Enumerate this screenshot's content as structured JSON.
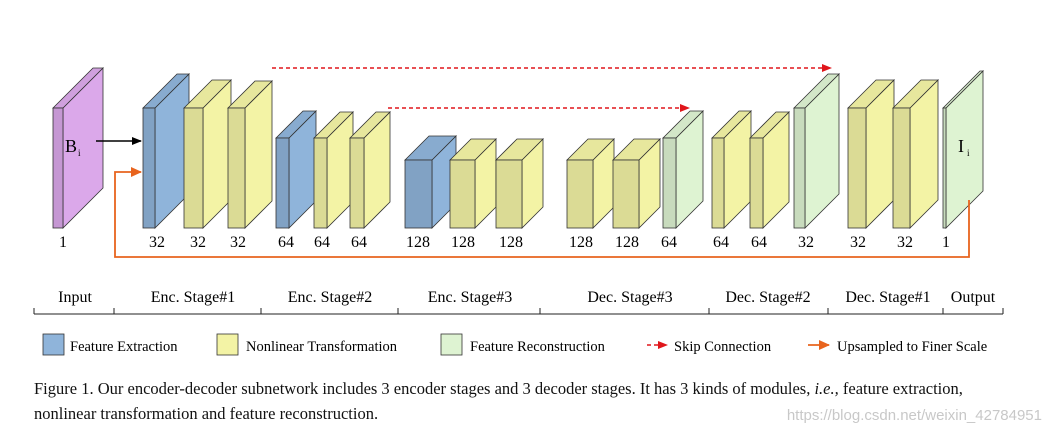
{
  "colors": {
    "feature_extraction": "#8fb4da",
    "nonlinear": "#f3f3a5",
    "reconstruction": "#def3d2",
    "input": "#dba8ea",
    "skip": "#e0161b",
    "upsample": "#e8641e"
  },
  "blocks": {
    "input_label": "B",
    "input_sub": "i",
    "output_label": "I",
    "output_sub": "i"
  },
  "channels": [
    "1",
    "32",
    "32",
    "32",
    "64",
    "64",
    "64",
    "128",
    "128",
    "128",
    "128",
    "128",
    "64",
    "64",
    "64",
    "32",
    "32",
    "32",
    "1"
  ],
  "stages": [
    "Input",
    "Enc. Stage#1",
    "Enc. Stage#2",
    "Enc. Stage#3",
    "Dec. Stage#3",
    "Dec. Stage#2",
    "Dec. Stage#1",
    "Output"
  ],
  "legend": {
    "feature_extraction": "Feature Extraction",
    "nonlinear": "Nonlinear Transformation",
    "reconstruction": "Feature Reconstruction",
    "skip": "Skip Connection",
    "upsample": "Upsampled to Finer Scale"
  },
  "caption": {
    "part1": "Figure 1. Our encoder-decoder subnetwork includes 3 encoder stages and 3 decoder stages.  It has 3 kinds of modules, ",
    "ie": "i.e.,",
    "part2": " feature extraction, nonlinear transformation and feature reconstruction."
  },
  "watermark": "https://blog.csdn.net/weixin_42784951"
}
